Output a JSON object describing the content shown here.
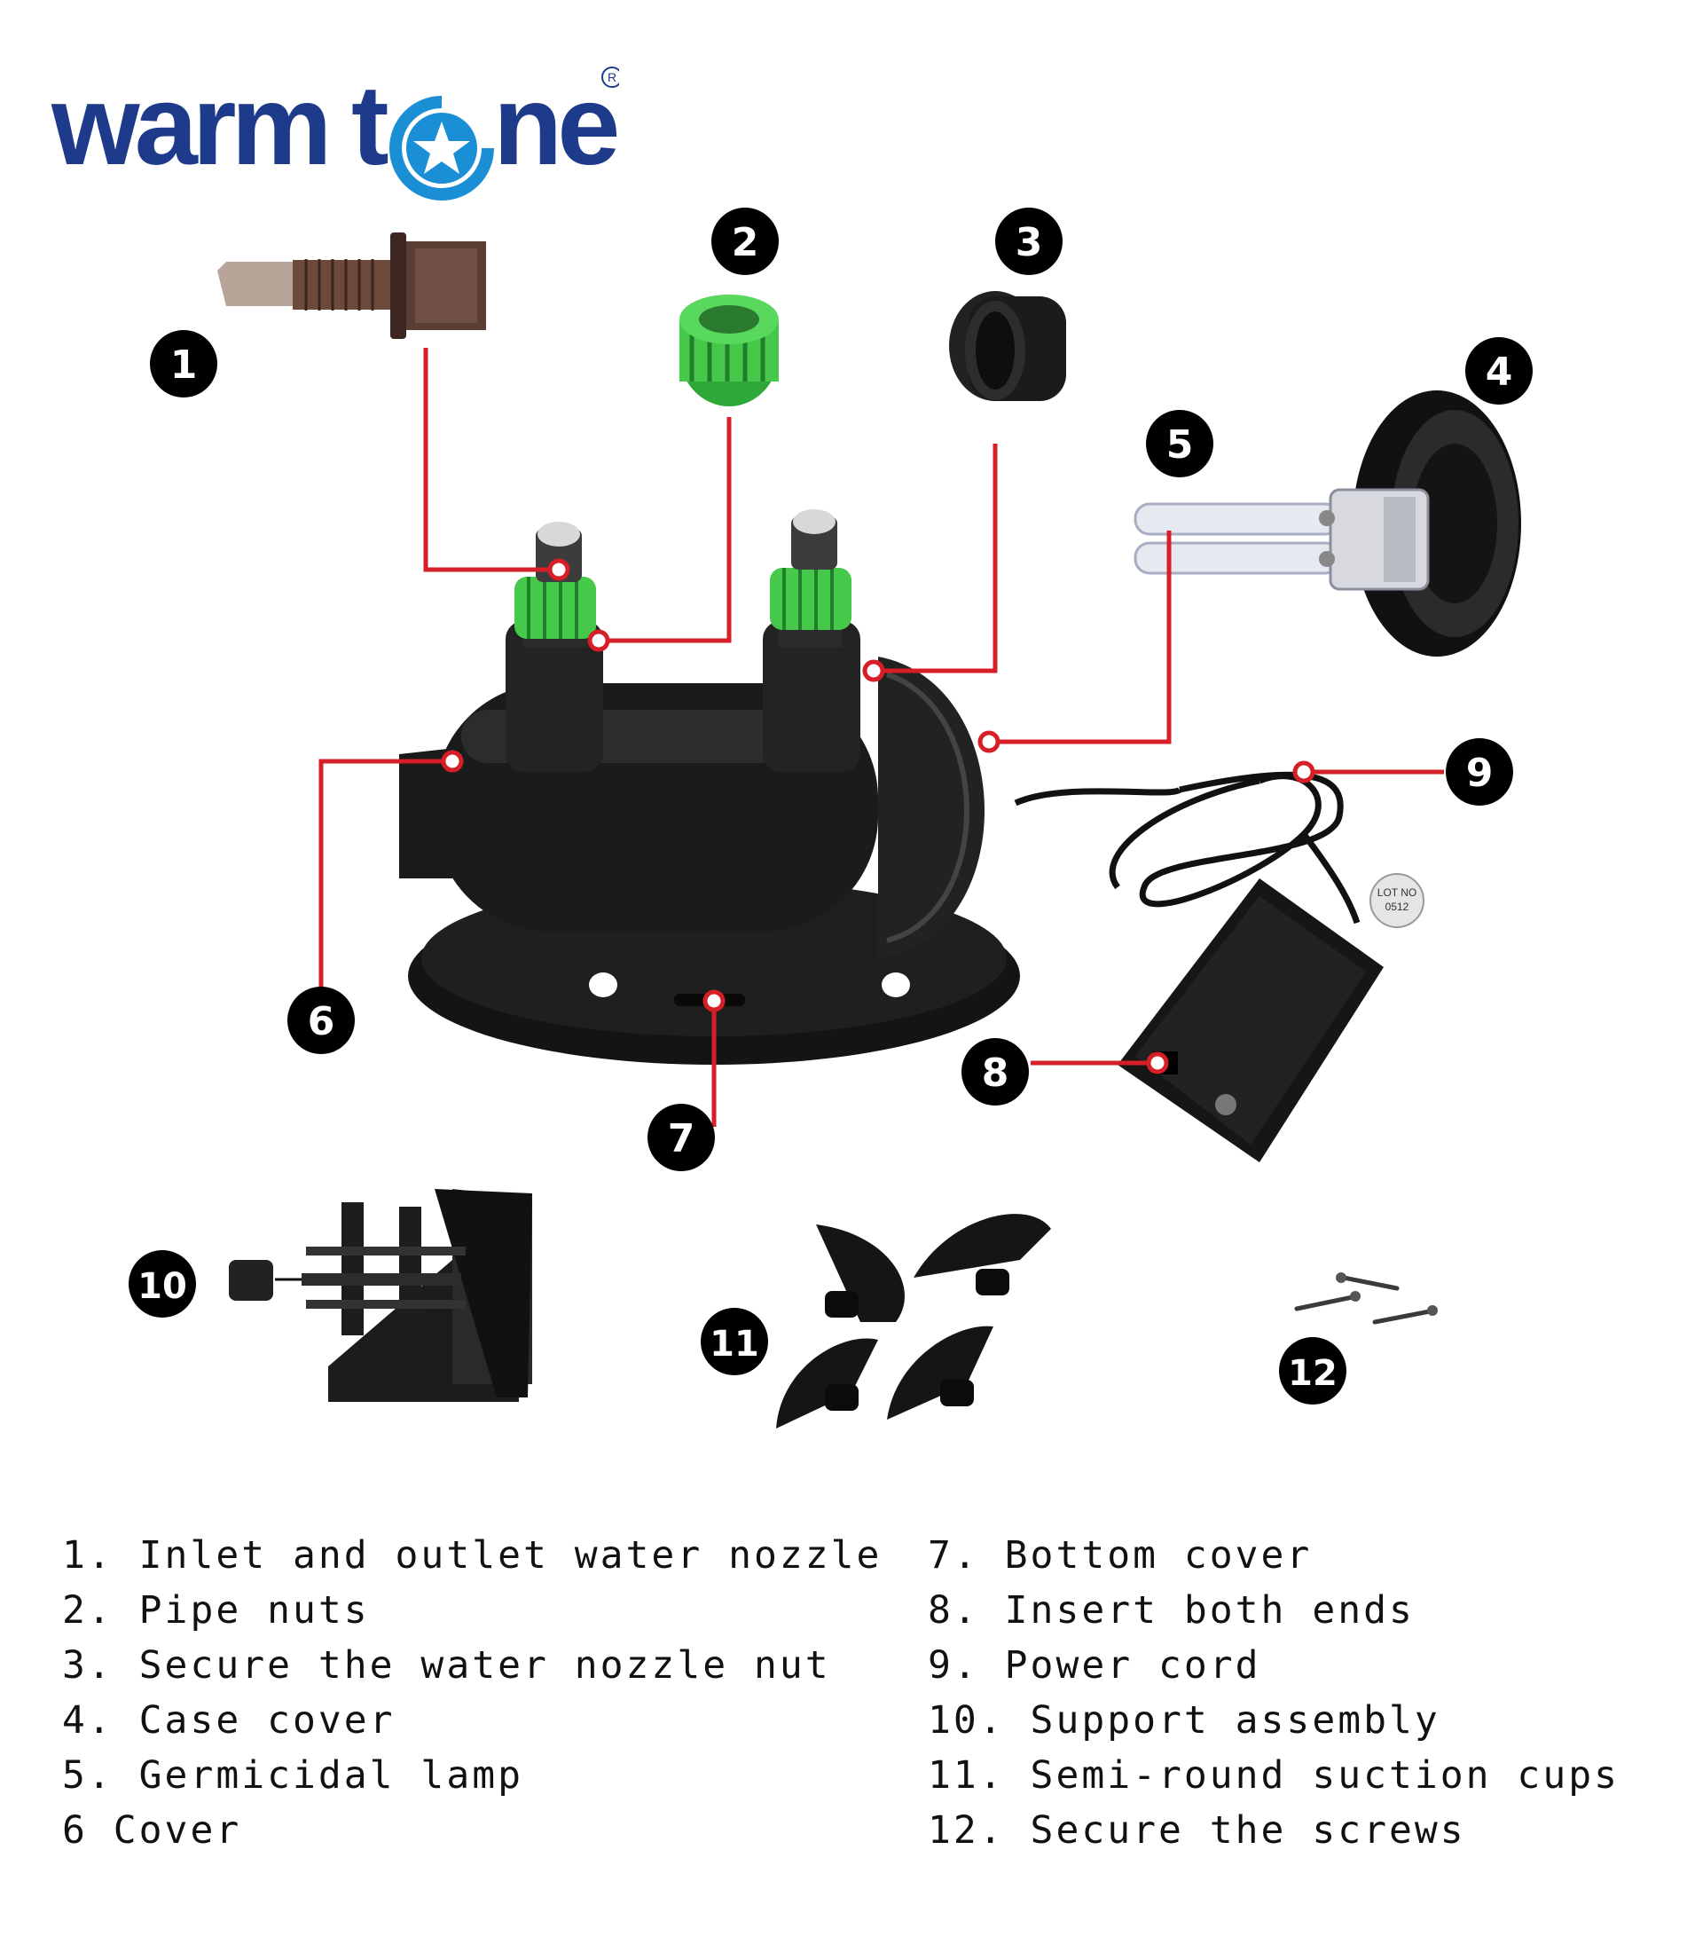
{
  "brand": {
    "name": "warmtone",
    "registered_mark": "R",
    "primary_color": "#1e3a8a",
    "accent_color": "#1a8fd6"
  },
  "colors": {
    "leader_line": "#d61f26",
    "callout_bg": "#000000",
    "callout_text": "#ffffff",
    "fitting_green": "#46c84a",
    "body_black": "#151515"
  },
  "callouts": [
    "1",
    "2",
    "3",
    "4",
    "5",
    "6",
    "7",
    "8",
    "9",
    "10",
    "11",
    "12"
  ],
  "parts": {
    "left": [
      "1. Inlet and outlet water nozzle",
      "2. Pipe nuts",
      "3. Secure the water nozzle nut",
      "4. Case cover",
      "5. Germicidal lamp",
      "6 Cover"
    ],
    "right": [
      "7. Bottom cover",
      "8. Insert both ends",
      "9. Power cord",
      "10. Support assembly",
      "11. Semi-round suction cups",
      "12. Secure the screws"
    ]
  },
  "adapter_label": [
    "LOT NO",
    "0512"
  ]
}
